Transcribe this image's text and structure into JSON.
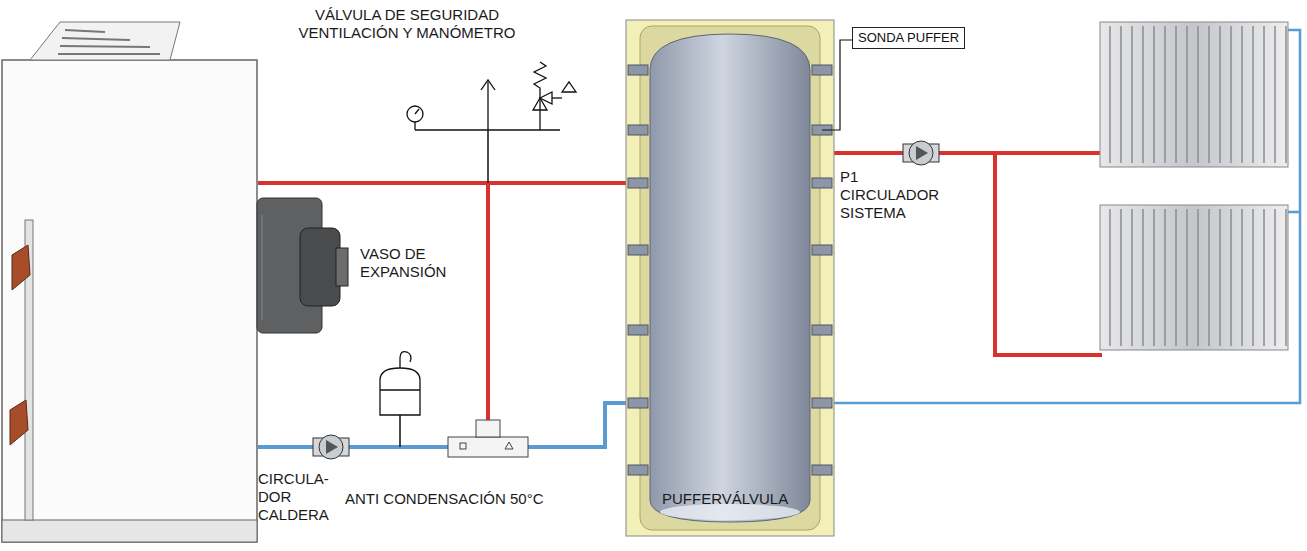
{
  "diagram": {
    "nodes": [
      {
        "text": [
          "SONDA PUFFER"
        ]
      }
    ],
    "labels": [
      "VÁLVULA DE SEGURIDAD VENTILACIÓN Y MANÓMETRO",
      "P1 CIRCULADOR SISTEMA",
      "VASO DE EXPANSIÓN",
      "CIRCULA- DOR CALDERA",
      "ANTI CONDENSACIÓN 50°C",
      "PUFFERVÁLVULA"
    ]
  }
}
